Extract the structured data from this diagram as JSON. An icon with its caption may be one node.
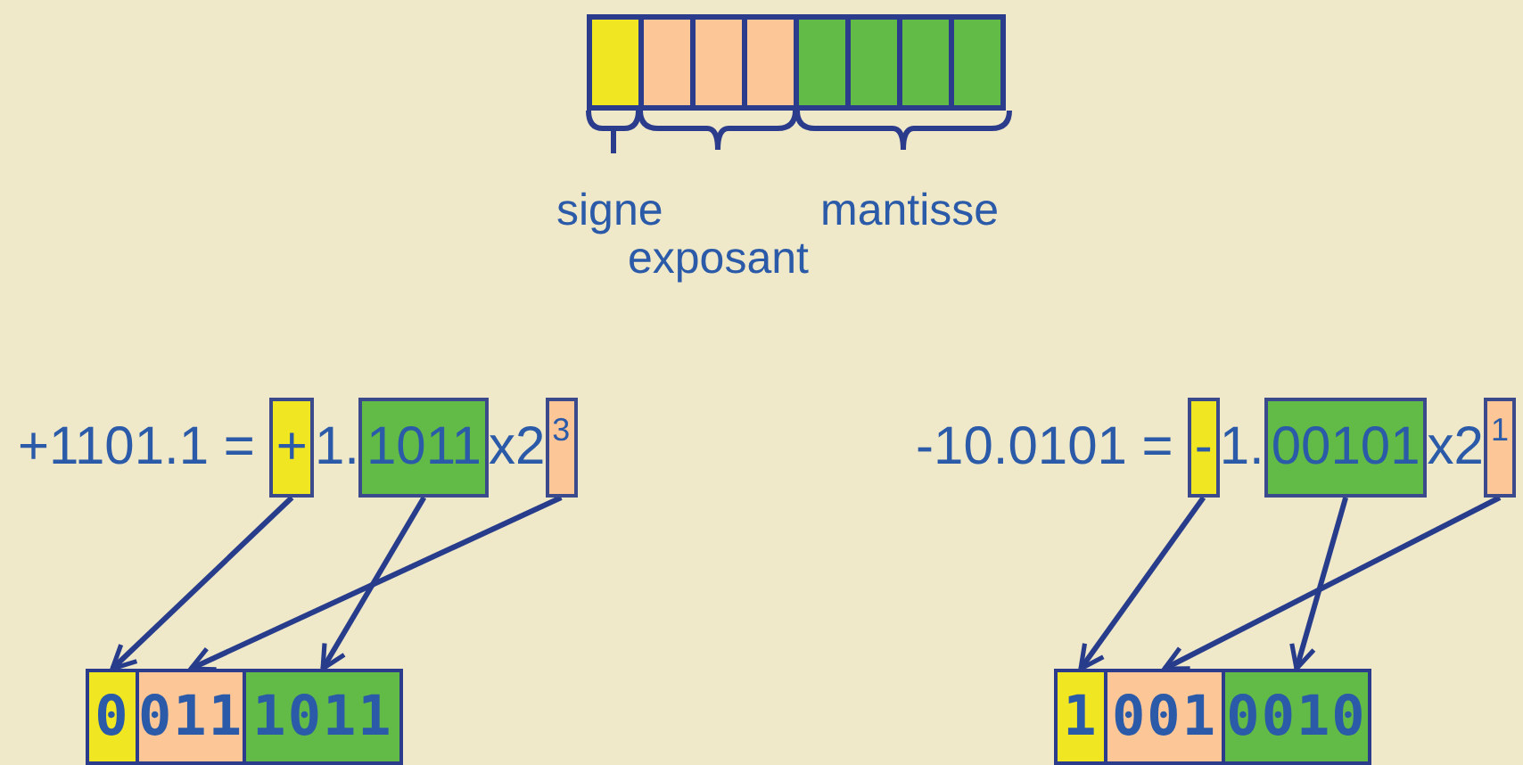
{
  "diagram": {
    "nodes": [
      {
        "text": [],
        "shape": "box"
      },
      {
        "text": [],
        "shape": "box"
      },
      {
        "text": [],
        "shape": "box"
      },
      {
        "text": [],
        "shape": "box"
      },
      {
        "text": [],
        "shape": "box"
      },
      {
        "text": [],
        "shape": "box"
      },
      {
        "text": [],
        "shape": "box"
      },
      {
        "text": [],
        "shape": "box"
      },
      {
        "text": [
          "+"
        ]
      },
      {
        "text": [
          "1011"
        ]
      },
      {
        "text": [
          "3"
        ]
      },
      {
        "text": [
          "-"
        ]
      },
      {
        "text": [
          "00101"
        ]
      },
      {
        "text": [
          "1"
        ]
      },
      {
        "text": [
          "0"
        ]
      },
      {
        "text": [
          "011"
        ]
      },
      {
        "text": [
          "1011"
        ]
      },
      {
        "text": [
          "1"
        ]
      },
      {
        "text": [
          "001"
        ]
      },
      {
        "text": [
          "0010"
        ]
      }
    ],
    "edges": [
      {
        "from": 8,
        "to": 14,
        "arrow": "to"
      },
      {
        "from": 9,
        "to": 16,
        "arrow": "to"
      },
      {
        "from": 10,
        "to": 15,
        "arrow": "to"
      },
      {
        "from": 11,
        "to": 17,
        "arrow": "to"
      },
      {
        "from": 12,
        "to": 19,
        "arrow": "to"
      },
      {
        "from": 13,
        "to": 18,
        "arrow": "to"
      }
    ],
    "labels": [
      "signe",
      "mantisse",
      "exposant",
      "+1101.1 =",
      "1.",
      "x2",
      "-10.0101 =",
      "1.",
      "x2"
    ]
  }
}
